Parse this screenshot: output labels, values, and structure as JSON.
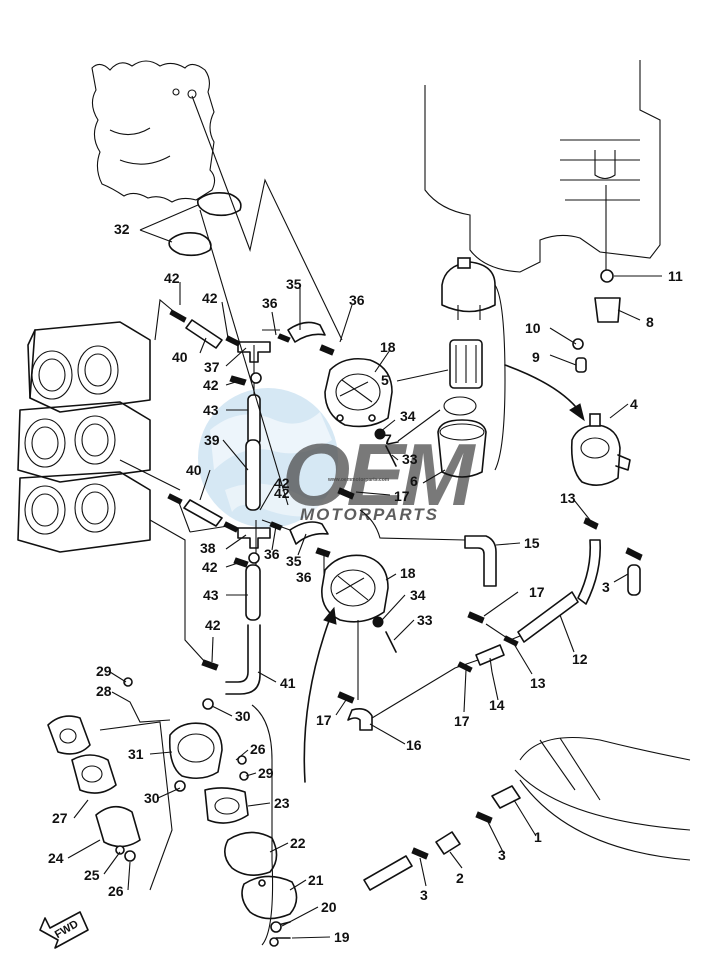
{
  "watermark": {
    "brand": "OEM",
    "sub": "MOTORPARTS",
    "tiny": "www.oemmotorparts.com",
    "colors": {
      "globe": "#9cc6e6",
      "text": "#b8bcc2"
    }
  },
  "fwd_badge": "FWD",
  "part_numbers": [
    "1",
    "2",
    "3",
    "4",
    "5",
    "6",
    "7",
    "8",
    "9",
    "10",
    "11",
    "12",
    "13",
    "14",
    "15",
    "16",
    "17",
    "18",
    "19",
    "20",
    "21",
    "22",
    "23",
    "24",
    "25",
    "26",
    "27",
    "28",
    "29",
    "30",
    "31",
    "32",
    "33",
    "34",
    "35",
    "36",
    "37",
    "38",
    "39",
    "40",
    "41",
    "42",
    "43"
  ],
  "callouts": [
    {
      "label": "32"
    },
    {
      "label": "42"
    },
    {
      "label": "42"
    },
    {
      "label": "35"
    },
    {
      "label": "36"
    },
    {
      "label": "36"
    },
    {
      "label": "40"
    },
    {
      "label": "37"
    },
    {
      "label": "42"
    },
    {
      "label": "43"
    },
    {
      "label": "18"
    },
    {
      "label": "5"
    },
    {
      "label": "34"
    },
    {
      "label": "7"
    },
    {
      "label": "39"
    },
    {
      "label": "33"
    },
    {
      "label": "6"
    },
    {
      "label": "42"
    },
    {
      "label": "17"
    },
    {
      "label": "40"
    },
    {
      "label": "42"
    },
    {
      "label": "38"
    },
    {
      "label": "36"
    },
    {
      "label": "35"
    },
    {
      "label": "36"
    },
    {
      "label": "42"
    },
    {
      "label": "18"
    },
    {
      "label": "15"
    },
    {
      "label": "34"
    },
    {
      "label": "43"
    },
    {
      "label": "33"
    },
    {
      "label": "17"
    },
    {
      "label": "42"
    },
    {
      "label": "41"
    },
    {
      "label": "29"
    },
    {
      "label": "28"
    },
    {
      "label": "30"
    },
    {
      "label": "31"
    },
    {
      "label": "26"
    },
    {
      "label": "29"
    },
    {
      "label": "30"
    },
    {
      "label": "23"
    },
    {
      "label": "27"
    },
    {
      "label": "22"
    },
    {
      "label": "24"
    },
    {
      "label": "21"
    },
    {
      "label": "25"
    },
    {
      "label": "26"
    },
    {
      "label": "20"
    },
    {
      "label": "19"
    },
    {
      "label": "17"
    },
    {
      "label": "16"
    },
    {
      "label": "17"
    },
    {
      "label": "14"
    },
    {
      "label": "13"
    },
    {
      "label": "12"
    },
    {
      "label": "3"
    },
    {
      "label": "2"
    },
    {
      "label": "3"
    },
    {
      "label": "1"
    },
    {
      "label": "11"
    },
    {
      "label": "8"
    },
    {
      "label": "10"
    },
    {
      "label": "9"
    },
    {
      "label": "4"
    },
    {
      "label": "13"
    },
    {
      "label": "3"
    }
  ]
}
